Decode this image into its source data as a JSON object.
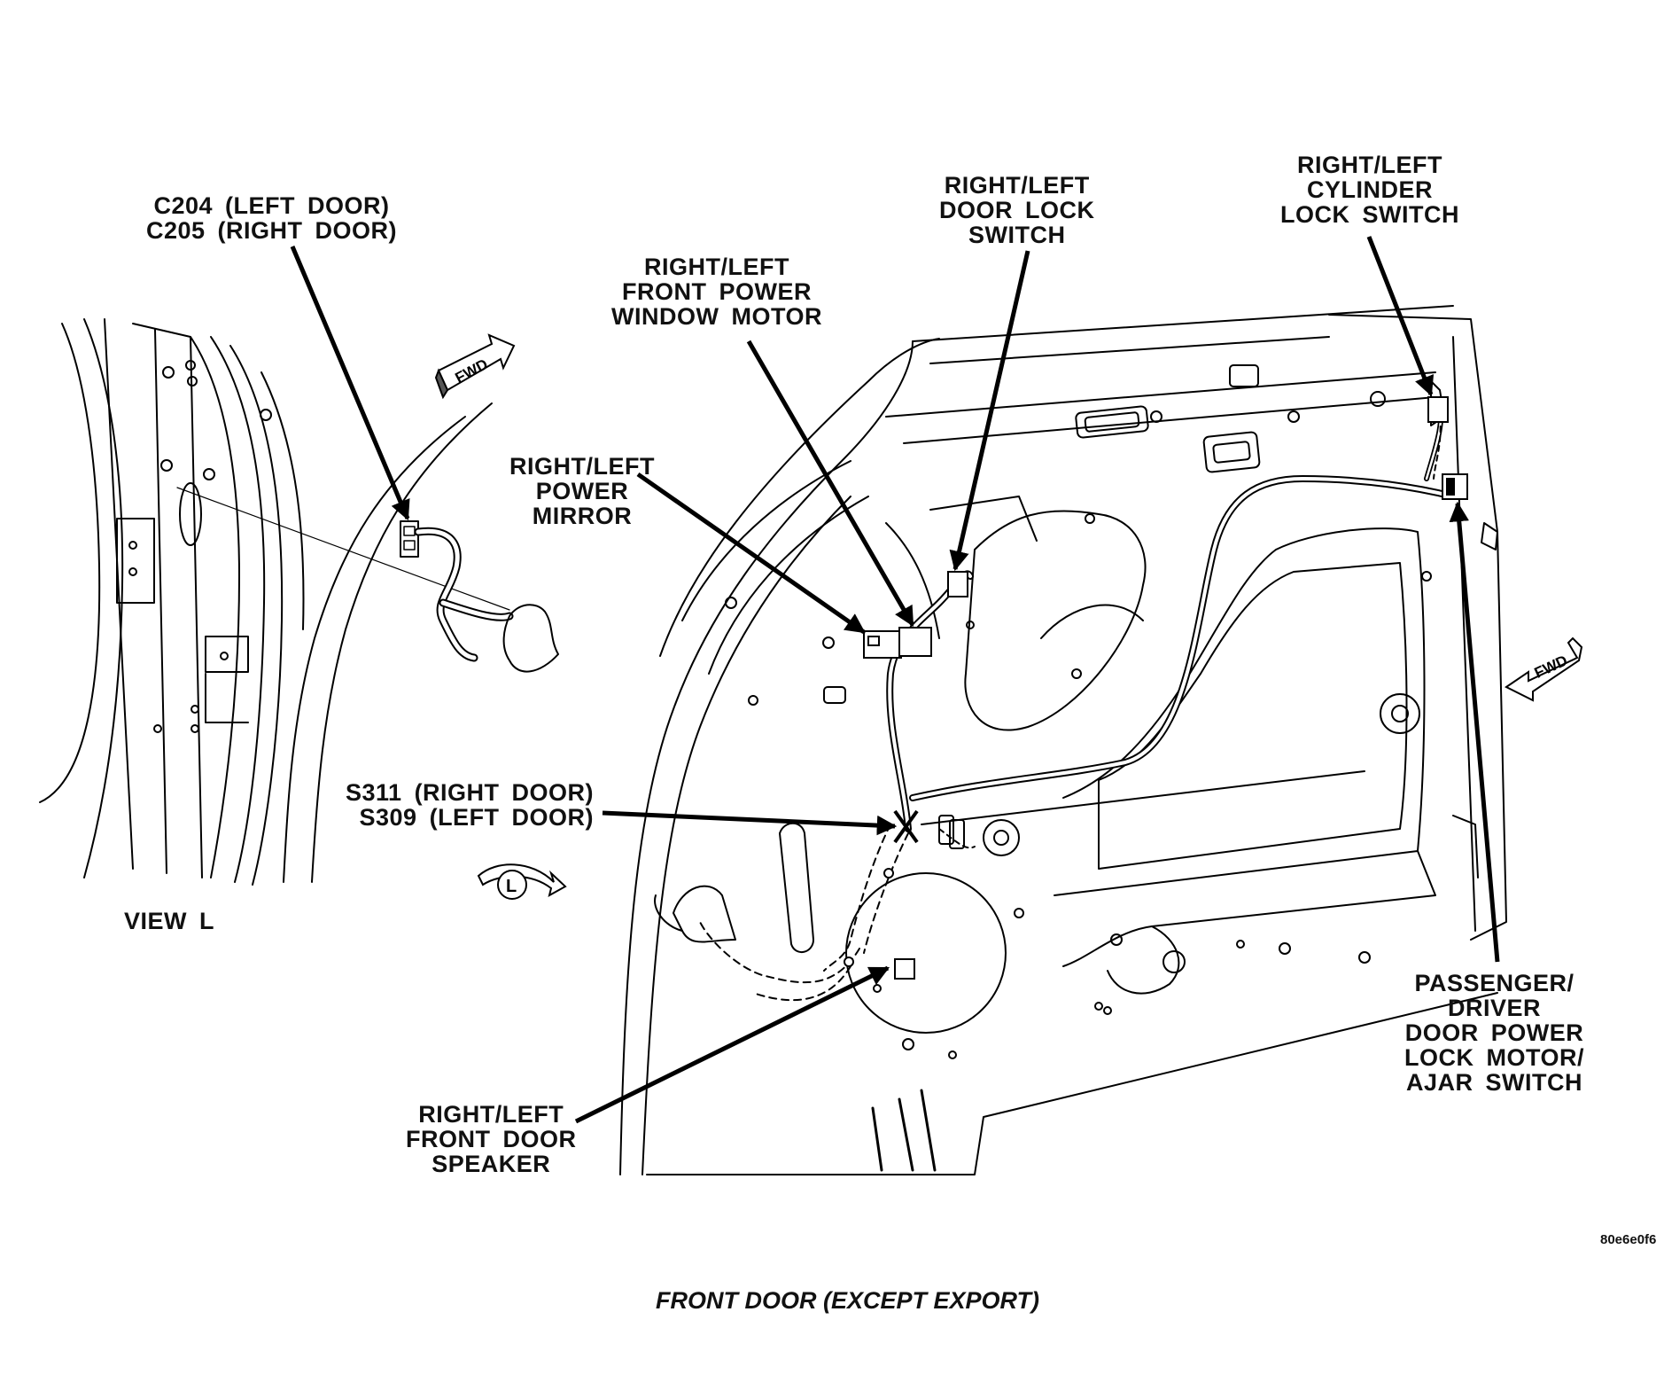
{
  "labels": {
    "connector": [
      "C204  (LEFT  DOOR)",
      "C205  (RIGHT  DOOR)"
    ],
    "window_motor": [
      "RIGHT/LEFT",
      "FRONT  POWER",
      "WINDOW  MOTOR"
    ],
    "door_lock_switch": [
      "RIGHT/LEFT",
      "DOOR  LOCK",
      "SWITCH"
    ],
    "cylinder_lock_switch": [
      "RIGHT/LEFT",
      "CYLINDER",
      "LOCK  SWITCH"
    ],
    "power_mirror": [
      "RIGHT/LEFT",
      "POWER",
      "MIRROR"
    ],
    "splice": [
      "S311  (RIGHT  DOOR)",
      "S309  (LEFT  DOOR)"
    ],
    "view_label": "VIEW  L",
    "speaker": [
      "RIGHT/LEFT",
      "FRONT  DOOR",
      "SPEAKER"
    ],
    "lock_motor": [
      "PASSENGER/",
      "DRIVER",
      "DOOR  POWER",
      "LOCK  MOTOR/",
      "AJAR  SWITCH"
    ]
  },
  "markers": {
    "fwd_text": "FWD",
    "view_marker": "L"
  },
  "image_code": "80e6e0f6",
  "caption": "FRONT DOOR (EXCEPT EXPORT)"
}
